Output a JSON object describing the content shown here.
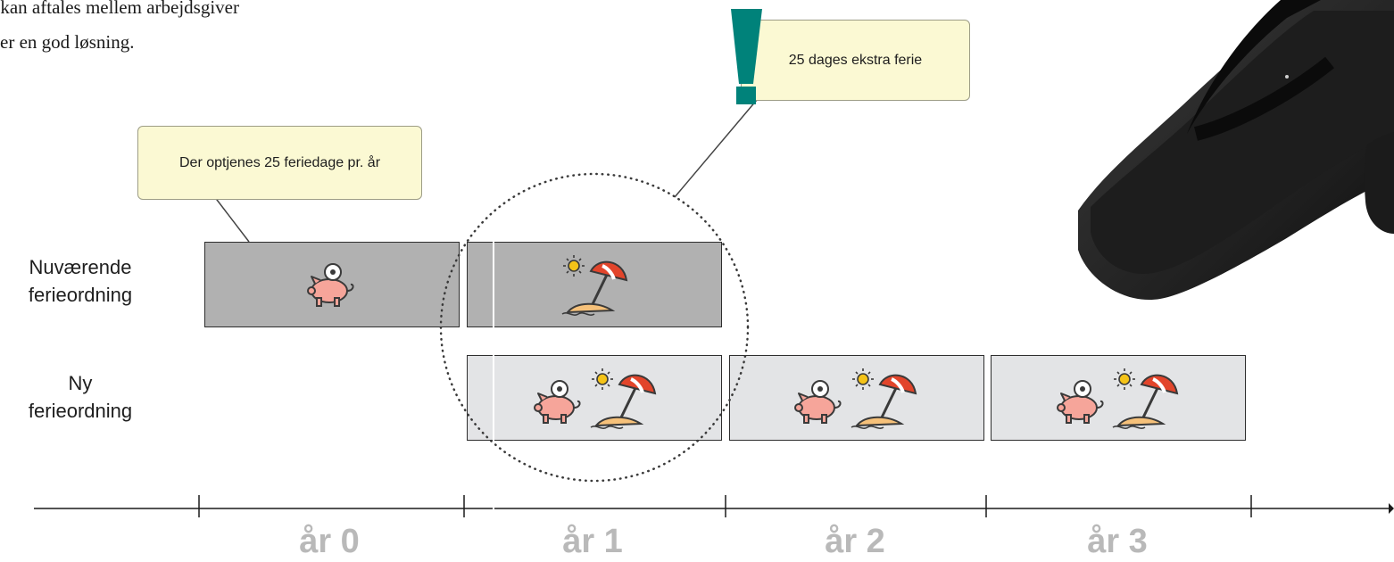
{
  "intro_text": {
    "line1": "rie kan aftales mellem arbejdsgiver",
    "line2": "er en god løsning."
  },
  "notes": {
    "accrual": "Der optjenes 25 feriedage pr. år",
    "extra": "25 dages ekstra ferie"
  },
  "rows": {
    "current": {
      "line1": "Nuværende",
      "line2": "ferieordning"
    },
    "new": {
      "line1": "Ny",
      "line2": "ferieordning"
    }
  },
  "timeline": {
    "years": [
      "år 0",
      "år 1",
      "år 2",
      "år 3"
    ]
  },
  "colors": {
    "exclamation": "#00827a",
    "note_bg": "#fbf9d3",
    "current_bar": "#b1b1b1",
    "new_bar": "#e3e4e6",
    "year_label": "#b9b9b9"
  },
  "icons": {
    "savings": "piggy-bank-icon",
    "holiday": "beach-umbrella-icon",
    "sun": "sun-icon",
    "alert": "exclamation-icon",
    "decor": "flip-flop-sandal"
  }
}
